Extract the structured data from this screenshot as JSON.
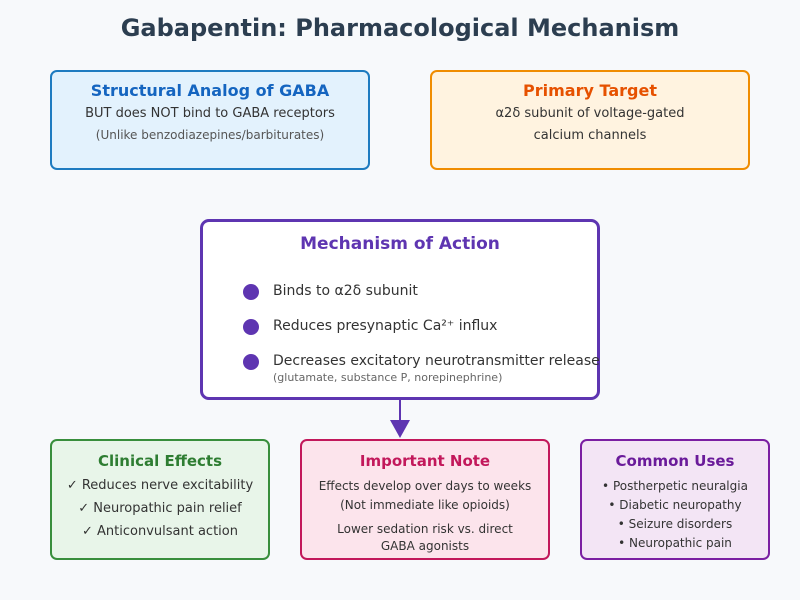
{
  "title": "Gabapentin: Pharmacological Mechanism",
  "structural_analog": {
    "heading": "Structural Analog of GABA",
    "line1": "BUT does NOT bind to GABA receptors",
    "line2": "(Unlike benzodiazepines/barbiturates)"
  },
  "primary_target": {
    "heading": "Primary Target",
    "line1": "α2δ subunit of voltage-gated",
    "line2": "calcium channels"
  },
  "mechanism": {
    "heading": "Mechanism of Action",
    "steps": [
      {
        "text": "Binds to α2δ subunit"
      },
      {
        "text": "Reduces presynaptic Ca²⁺ influx"
      },
      {
        "text": "Decreases excitatory neurotransmitter release",
        "sub": "(glutamate, substance P, norepinephrine)"
      }
    ]
  },
  "clinical_effects": {
    "heading": "Clinical Effects",
    "items": [
      "✓ Reduces nerve excitability",
      "✓ Neuropathic pain relief",
      "✓ Anticonvulsant action"
    ]
  },
  "important_note": {
    "heading": "Important Note",
    "line1": "Effects develop over days to weeks",
    "line2": "(Not immediate like opioids)",
    "line3": "Lower sedation risk vs. direct",
    "line4": "GABA agonists"
  },
  "common_uses": {
    "heading": "Common Uses",
    "items": [
      "• Postherpetic neuralgia",
      "• Diabetic neuropathy",
      "• Seizure disorders",
      "• Neuropathic pain"
    ]
  },
  "colors": {
    "background": "#f7f9fb",
    "title": "#2c3e50",
    "analog": "#1565c0",
    "target": "#e65100",
    "mechanism": "#5e35b1",
    "clinical": "#2e7d32",
    "note": "#c2185b",
    "uses": "#6a1b9a"
  }
}
